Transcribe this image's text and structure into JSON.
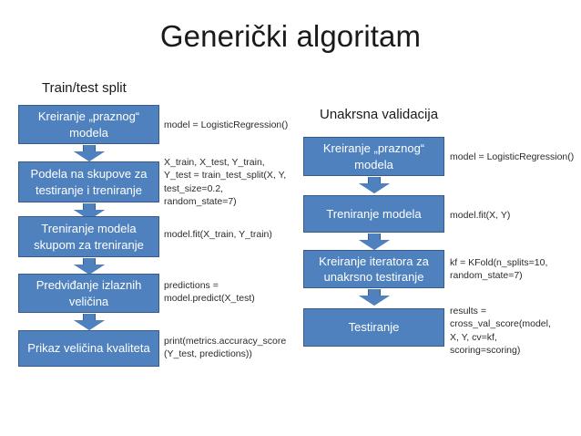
{
  "slide": {
    "title": "Generički algoritam",
    "background_color": "#ffffff",
    "box_fill_color": "#4E81BD",
    "box_border_color": "#385D8A",
    "box_text_color": "#ffffff",
    "title_text_color": "#1a1a1a"
  },
  "sections": [
    {
      "id": "left",
      "label": "Train/test split"
    },
    {
      "id": "right",
      "label": "Unakrsna validacija"
    }
  ],
  "left_flow": {
    "steps": [
      {
        "label": "Kreiranje „praznog“ modela",
        "code": "model = LogisticRegression()"
      },
      {
        "label": "Podela na skupove za testiranje i treniranje",
        "code": "X_train, X_test, Y_train,\nY_test = train_test_split(X, Y,\ntest_size=0.2,\nrandom_state=7)"
      },
      {
        "label": "Treniranje modela skupom za treniranje",
        "code": "model.fit(X_train, Y_train)"
      },
      {
        "label": "Predviđanje izlaznih veličina",
        "code": "predictions =\nmodel.predict(X_test)"
      },
      {
        "label": "Prikaz veličina kvaliteta",
        "code": "print(metrics.accuracy_score\n(Y_test, predictions))"
      }
    ]
  },
  "right_flow": {
    "steps": [
      {
        "label": "Kreiranje „praznog“ modela",
        "code": "model = LogisticRegression()"
      },
      {
        "label": "Treniranje modela",
        "code": "model.fit(X, Y)"
      },
      {
        "label": "Kreiranje iteratora za unakrsno testiranje",
        "code": "kf = KFold(n_splits=10,\nrandom_state=7)"
      },
      {
        "label": "Testiranje",
        "code": "results =\ncross_val_score(model,\nX, Y, cv=kf,\nscoring=scoring)"
      }
    ]
  }
}
